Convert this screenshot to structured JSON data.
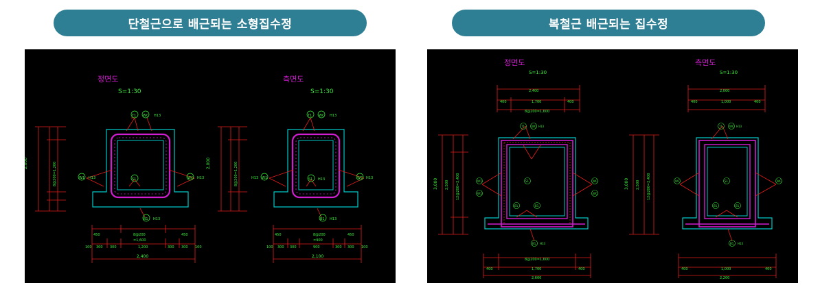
{
  "left": {
    "title": "단철근으로 배근되는 소형집수정",
    "front_title": "정면도",
    "front_scale": "S=1:30",
    "side_title": "측면도",
    "side_scale": "S=1:30",
    "rebar_t1": "T1",
    "rebar_w1": "W1",
    "rebar_s1": "S1",
    "rebar_b1": "B1",
    "rebar_wc": "WC",
    "bar_h13": "H13",
    "h_total": "2,400",
    "h_sub": "1,200",
    "h_spacing": "8@200",
    "h_spacing_note": "=1,600",
    "h_edge1": "100",
    "h_edge2": "300",
    "h_edge3": "200",
    "h_edge4": "450",
    "side_total": "2,100",
    "side_sub": "900",
    "side_spacing": "=900",
    "v_total": "2,000",
    "v_spacing": "8@200=1,200",
    "colors": {
      "cyan": "#00c8c8",
      "magenta": "#d21ed2",
      "green": "#3cf03c",
      "red": "#e61e1e",
      "yellow": "#e8e81e"
    }
  },
  "right": {
    "title": "복철근 배근되는 집수정",
    "front_title": "정면도",
    "front_scale": "S=1:30",
    "side_title": "측면도",
    "side_scale": "S=1:30",
    "top_total": "2,400",
    "top_mid": "1,700",
    "top_edge": "400",
    "top_spacing": "8@200=1,600",
    "bot_total": "2,600",
    "side_top_total": "2,000",
    "side_bot_total": "2,200",
    "side_mid": "1,000",
    "v_total": "3,000",
    "v_mid": "2,500",
    "v_spacing": "12@200=2,400",
    "mark_t1": "T1",
    "mark_w1": "W1",
    "mark_s1": "S1",
    "mark_b1": "B1",
    "mark_wc": "WC",
    "bar_h13": "H13"
  }
}
